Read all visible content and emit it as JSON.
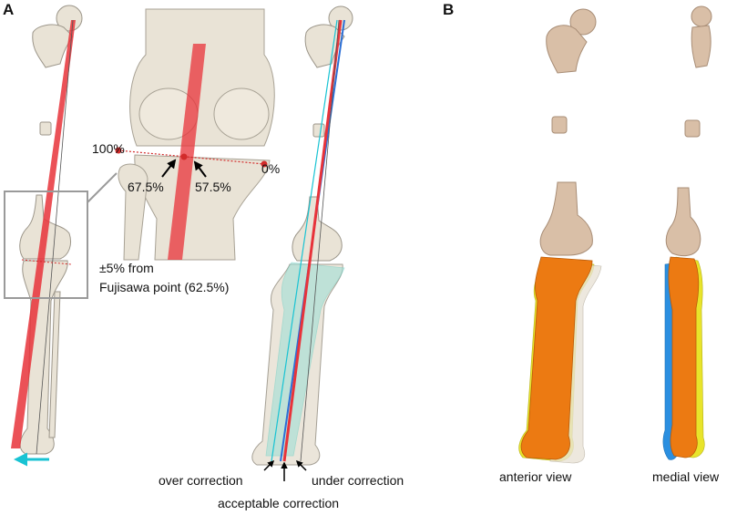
{
  "panels": {
    "a": {
      "label": "A"
    },
    "b": {
      "label": "B"
    }
  },
  "zoom_labels": {
    "left_percent": "100%",
    "right_percent": "0%",
    "arrow_left_value": "67.5%",
    "arrow_right_value": "57.5%"
  },
  "note": {
    "line1": "±5% from",
    "line2": "Fujisawa point (62.5%)"
  },
  "correction_labels": {
    "over": "over correction",
    "under": "under correction",
    "acceptable": "acceptable correction"
  },
  "view_labels": {
    "anterior": "anterior view",
    "medial": "medial view"
  },
  "colors": {
    "bone": "#e9e3d6",
    "bone_outline": "#9c968a",
    "bone_b": "#d9bfa7",
    "axis_red": "#e8333a",
    "marker_red": "#d22b2b",
    "cyan": "#19c3d3",
    "blue": "#2b6fd6",
    "orange": "#ec7a12",
    "yellow": "#e8e42a",
    "teal": "#9adfd6",
    "frame_gray": "#9a9a9a"
  }
}
